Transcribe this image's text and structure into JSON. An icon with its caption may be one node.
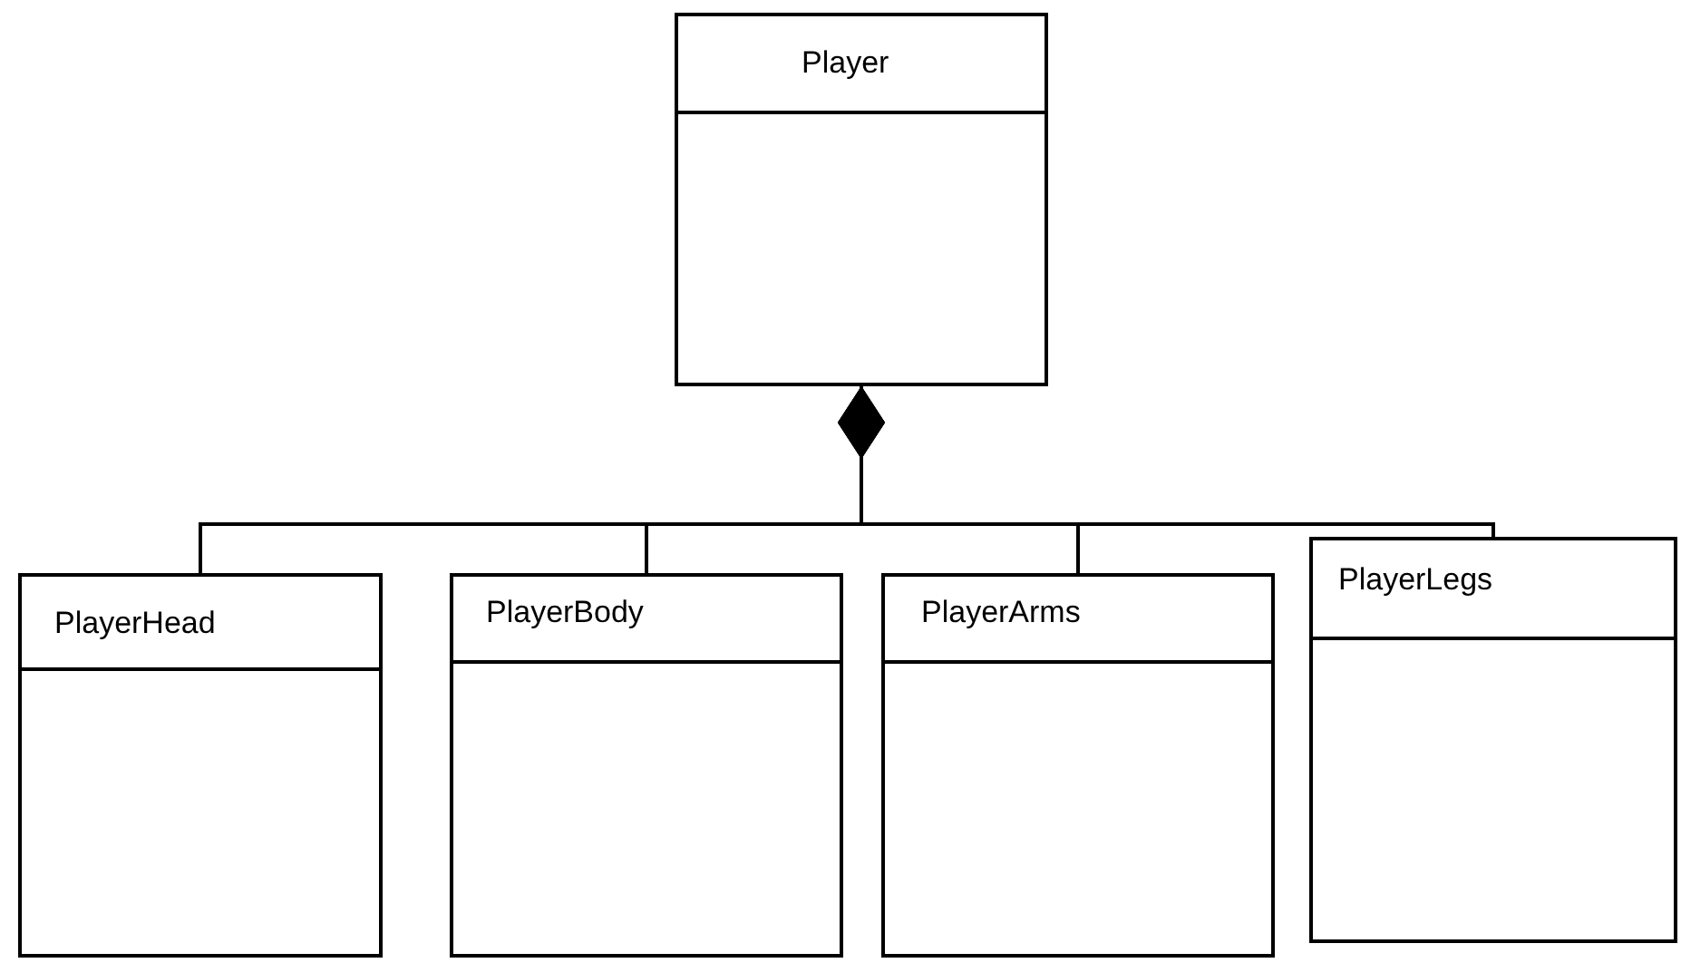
{
  "diagram": {
    "nodes": [
      {
        "text": [
          "Player"
        ]
      },
      {
        "text": [
          "PlayerHead"
        ]
      },
      {
        "text": [
          "PlayerBody"
        ]
      },
      {
        "text": [
          "PlayerArms"
        ]
      },
      {
        "text": [
          "PlayerLegs"
        ]
      }
    ],
    "edges": [
      {
        "from": 0,
        "to": 1,
        "arrow": "other"
      },
      {
        "from": 0,
        "to": 2,
        "arrow": "other"
      },
      {
        "from": 0,
        "to": 3,
        "arrow": "other"
      },
      {
        "from": 0,
        "to": 4,
        "arrow": "other"
      }
    ]
  }
}
